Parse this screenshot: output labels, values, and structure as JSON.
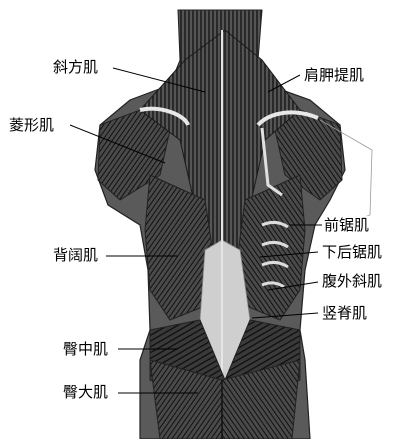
{
  "labels": {
    "trapezius": "斜方肌",
    "levator_scapulae": "肩胛提肌",
    "rhomboid": "菱形肌",
    "serratus_anterior": "前锯肌",
    "latissimus_dorsi": "背阔肌",
    "serratus_posterior_inferior": "下后锯肌",
    "external_oblique": "腹外斜肌",
    "erector_spinae": "竖脊肌",
    "gluteus_medius": "臀中肌",
    "gluteus_maximus": "臀大肌"
  },
  "colors": {
    "ink": "#000000",
    "muscle_dark": "#2a2a2a",
    "muscle_mid": "#6b6b6b",
    "tendon": "#d9d9d9",
    "paper": "#ffffff"
  }
}
